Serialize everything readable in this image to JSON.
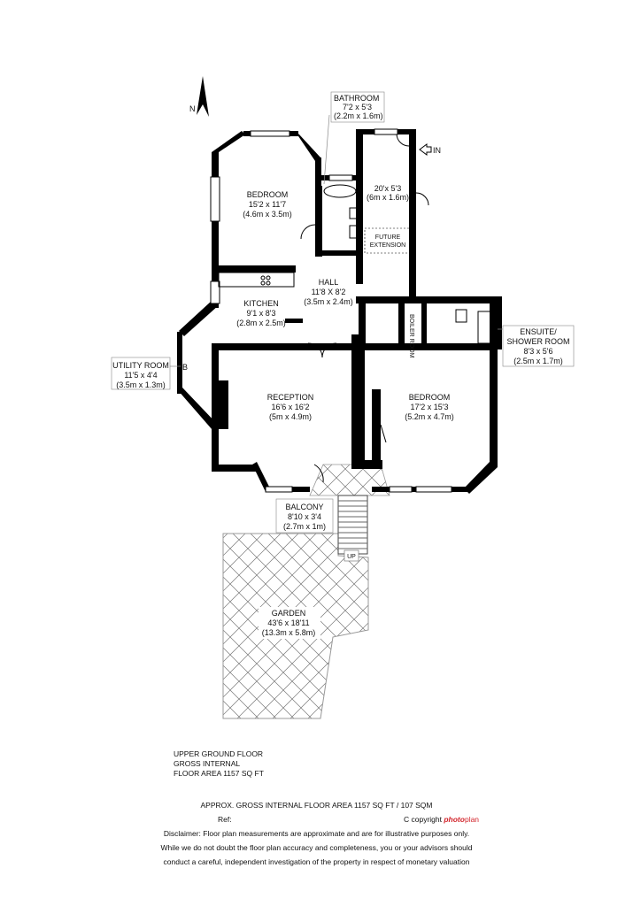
{
  "compass": {
    "label": "N"
  },
  "rooms": {
    "bathroom": {
      "name": "BATHROOM",
      "imperial": "7'2 x 5'3",
      "metric": "(2.2m x 1.6m)"
    },
    "bedroom1": {
      "name": "BEDROOM",
      "imperial": "15'2 x 11'7",
      "metric": "(4.6m x 3.5m)"
    },
    "entrance": {
      "imperial": "20'x 5'3",
      "metric": "(6m x 1.6m)"
    },
    "future": {
      "line1": "FUTURE",
      "line2": "EXTENSION"
    },
    "in_label": "IN",
    "hall": {
      "name": "HALL",
      "imperial": "11'8 X 8'2",
      "metric": "(3.5m x 2.4m)"
    },
    "kitchen": {
      "name": "KITCHEN",
      "imperial": "9'1 x 8'3",
      "metric": "(2.8m x 2.5m)"
    },
    "boiler": {
      "name": "BOILER ROOM"
    },
    "ensuite": {
      "line1": "ENSUITE/",
      "line2": "SHOWER ROOM",
      "imperial": "8'3 x 5'6",
      "metric": "(2.5m x 1.7m)"
    },
    "utility": {
      "name": "UTILITY ROOM",
      "imperial": "11'5 x 4'4",
      "metric": "(3.5m x 1.3m)",
      "b_label": "B"
    },
    "reception": {
      "name": "RECEPTION",
      "imperial": "16'6 x 16'2",
      "metric": "(5m x 4.9m)"
    },
    "bedroom2": {
      "name": "BEDROOM",
      "imperial": "17'2 x 15'3",
      "metric": "(5.2m x 4.7m)"
    },
    "balcony": {
      "name": "BALCONY",
      "imperial": "8'10 x 3'4",
      "metric": "(2.7m x 1m)"
    },
    "up_label": "UP",
    "garden": {
      "name": "GARDEN",
      "imperial": "43'6 x 18'11",
      "metric": "(13.3m x 5.8m)"
    }
  },
  "floor_info": {
    "line1": "UPPER GROUND FLOOR",
    "line2": "GROSS INTERNAL",
    "line3": "FLOOR AREA 1157 SQ FT"
  },
  "footer": {
    "approx": "APPROX. GROSS INTERNAL FLOOR AREA 1157 SQ FT / 107 SQM",
    "ref": "Ref:",
    "copyright_prefix": "C copyright ",
    "brand_photo": "photo",
    "brand_plan": "plan",
    "disclaimer1": "Disclaimer: Floor plan measurements are approximate and are for illustrative purposes only.",
    "disclaimer2": "While we do not doubt the floor plan accuracy and completeness, you or your advisors should",
    "disclaimer3": "conduct a careful, independent investigation of the property in respect of monetary valuation"
  }
}
